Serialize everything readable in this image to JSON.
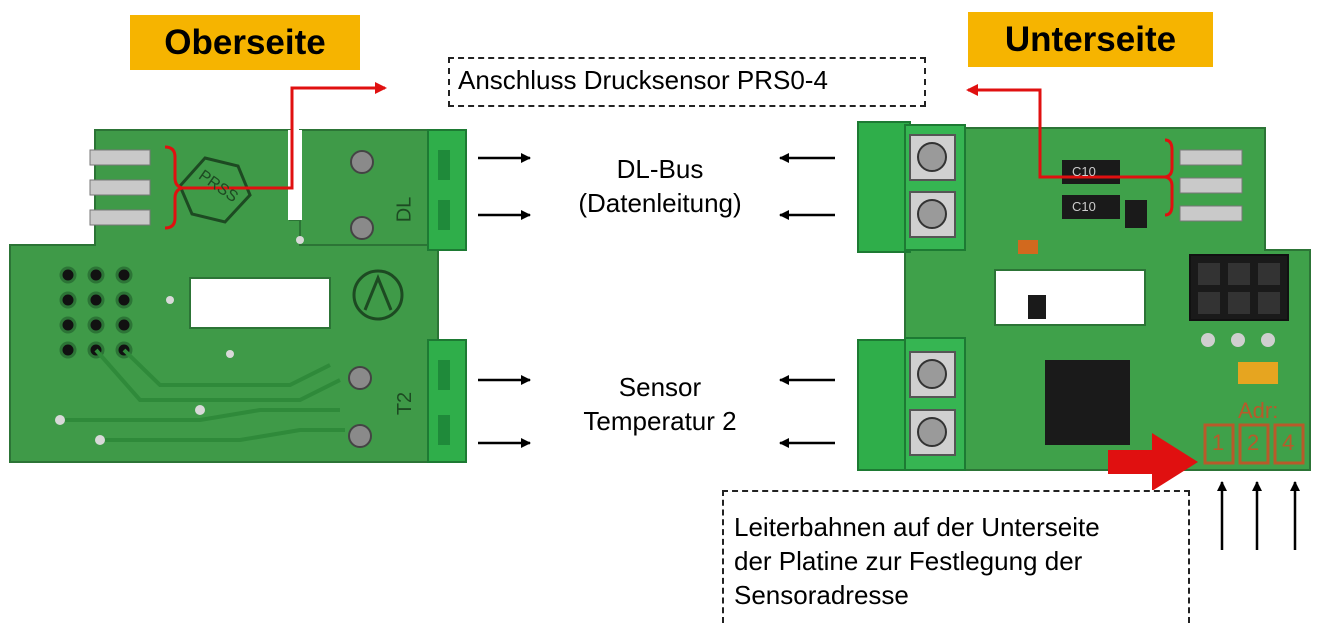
{
  "titles": {
    "left": "Oberseite",
    "right": "Unterseite"
  },
  "callouts": {
    "pressure_sensor": "Anschluss Drucksensor PRS0-4",
    "note_line1": "Leiterbahnen auf der Unterseite",
    "note_line2": "der Platine zur Festlegung der",
    "note_line3": "Sensoradresse"
  },
  "labels": {
    "dl_bus_line1": "DL-Bus",
    "dl_bus_line2": "(Datenleitung)",
    "sensor_line1": "Sensor",
    "sensor_line2": "Temperatur 2"
  },
  "board_markings": {
    "left_logo": "PRSS",
    "left_dl": "DL",
    "left_t2": "T2",
    "address_title": "Adr:",
    "address_pads": [
      "1",
      "2",
      "4"
    ],
    "chip_c10_a": "C10",
    "chip_c10_b": "C10"
  },
  "colors": {
    "title_bg": "#f6b400",
    "pcb_green": "#3fa14a",
    "terminal_green": "#2fae4a",
    "callout_red": "#e01010",
    "address_brown": "#b85a2a"
  }
}
